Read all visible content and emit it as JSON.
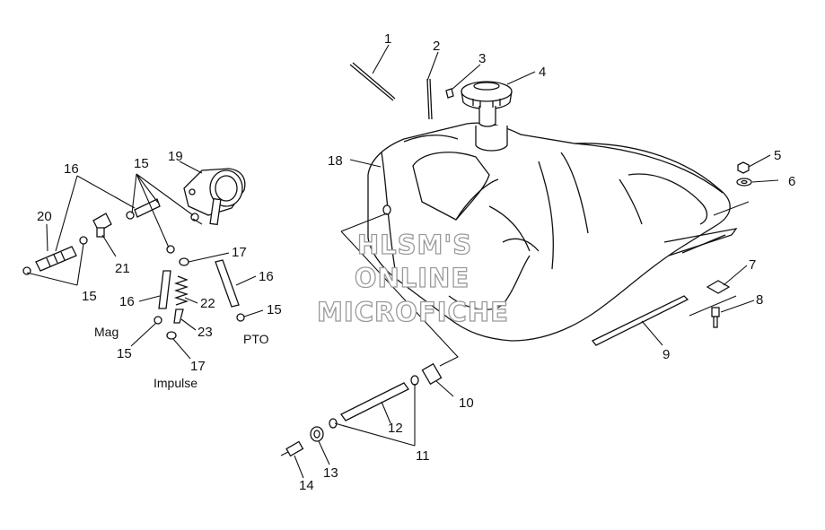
{
  "watermark": {
    "line1": "HLSM'S",
    "line2": "ONLINE",
    "line3": "MICROFICHE"
  },
  "captions": {
    "mag": "Mag",
    "impulse": "Impulse",
    "pto": "PTO"
  },
  "callouts": {
    "c1": "1",
    "c2": "2",
    "c3": "3",
    "c4": "4",
    "c5": "5",
    "c6": "6",
    "c7": "7",
    "c8": "8",
    "c9": "9",
    "c10": "10",
    "c11": "11",
    "c12": "12",
    "c13": "13",
    "c14": "14",
    "c15a": "15",
    "c15b": "15",
    "c15c": "15",
    "c15d": "15",
    "c16a": "16",
    "c16b": "16",
    "c16c": "16",
    "c17a": "17",
    "c17b": "17",
    "c18": "18",
    "c19": "19",
    "c20": "20",
    "c21": "21",
    "c22": "22",
    "c23": "23"
  }
}
